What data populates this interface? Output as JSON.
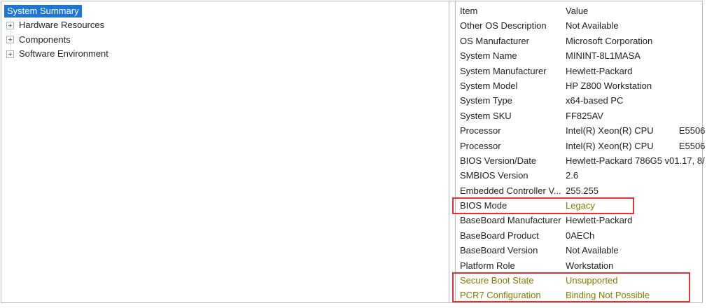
{
  "colors": {
    "selection_blue": "#1e76d2",
    "selection_text": "#ffffff",
    "annotation_red": "#df3434",
    "emphasis_olive": "#7f7b00",
    "panel_border_gray": "#b6babe",
    "text": "#1f1f1f"
  },
  "sidebar": {
    "items": [
      {
        "label": "System Summary",
        "selected": true,
        "expandable": false
      },
      {
        "label": "Hardware Resources",
        "selected": false,
        "expandable": true
      },
      {
        "label": "Components",
        "selected": false,
        "expandable": true
      },
      {
        "label": "Software Environment",
        "selected": false,
        "expandable": true
      }
    ]
  },
  "list": {
    "columns": {
      "item": "Item",
      "value": "Value"
    },
    "rows": [
      {
        "item": "Other OS Description",
        "value": "Not Available",
        "item_emph": false,
        "value_emph": false
      },
      {
        "item": "OS Manufacturer",
        "value": "Microsoft Corporation",
        "item_emph": false,
        "value_emph": false
      },
      {
        "item": "System Name",
        "value": "MININT-8L1MASA",
        "item_emph": false,
        "value_emph": false
      },
      {
        "item": "System Manufacturer",
        "value": "Hewlett-Packard",
        "item_emph": false,
        "value_emph": false
      },
      {
        "item": "System Model",
        "value": "HP Z800 Workstation",
        "item_emph": false,
        "value_emph": false
      },
      {
        "item": "System Type",
        "value": "x64-based PC",
        "item_emph": false,
        "value_emph": false
      },
      {
        "item": "System SKU",
        "value": "FF825AV",
        "item_emph": false,
        "value_emph": false
      },
      {
        "item": "Processor",
        "value": "Intel(R) Xeon(R) CPU          E5506",
        "item_emph": false,
        "value_emph": false
      },
      {
        "item": "Processor",
        "value": "Intel(R) Xeon(R) CPU          E5506",
        "item_emph": false,
        "value_emph": false
      },
      {
        "item": "BIOS Version/Date",
        "value": "Hewlett-Packard 786G5 v01.17, 8/",
        "item_emph": false,
        "value_emph": false
      },
      {
        "item": "SMBIOS Version",
        "value": "2.6",
        "item_emph": false,
        "value_emph": false
      },
      {
        "item": "Embedded Controller V...",
        "value": "255.255",
        "item_emph": false,
        "value_emph": false
      },
      {
        "item": "BIOS Mode",
        "value": "Legacy",
        "item_emph": false,
        "value_emph": true
      },
      {
        "item": "BaseBoard Manufacturer",
        "value": "Hewlett-Packard",
        "item_emph": false,
        "value_emph": false
      },
      {
        "item": "BaseBoard Product",
        "value": "0AECh",
        "item_emph": false,
        "value_emph": false
      },
      {
        "item": "BaseBoard Version",
        "value": "Not Available",
        "item_emph": false,
        "value_emph": false
      },
      {
        "item": "Platform Role",
        "value": "Workstation",
        "item_emph": false,
        "value_emph": false
      },
      {
        "item": "Secure Boot State",
        "value": "Unsupported",
        "item_emph": true,
        "value_emph": true
      },
      {
        "item": "PCR7 Configuration",
        "value": "Binding Not Possible",
        "item_emph": true,
        "value_emph": true
      }
    ]
  },
  "annotations": {
    "highlight_boxes": [
      {
        "target_rows": [
          "BIOS Mode"
        ],
        "color": "#df3434"
      },
      {
        "target_rows": [
          "Secure Boot State",
          "PCR7 Configuration"
        ],
        "color": "#df3434"
      }
    ]
  }
}
